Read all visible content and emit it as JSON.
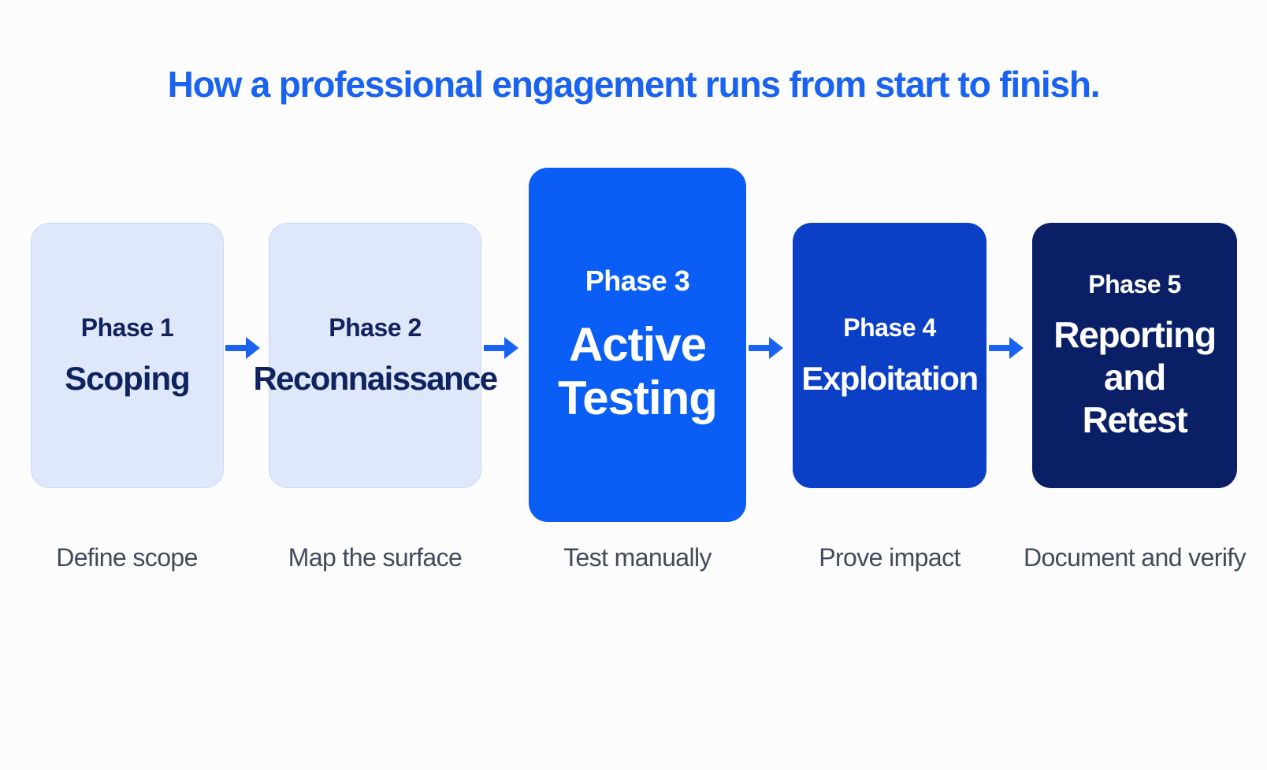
{
  "title": "How a professional engagement runs from start to finish.",
  "phases": [
    {
      "phase": "Phase 1",
      "name": "Scoping",
      "caption": "Define scope",
      "style": "light",
      "fill": "#dfe8fb"
    },
    {
      "phase": "Phase 2",
      "name": "Reconnaissance",
      "caption": "Map the surface",
      "style": "light",
      "fill": "#dfe8fb"
    },
    {
      "phase": "Phase 3",
      "name": "Active Testing",
      "caption": "Test manually",
      "style": "highlight",
      "fill": "#0a5ef6"
    },
    {
      "phase": "Phase 4",
      "name": "Exploitation",
      "caption": "Prove impact",
      "style": "dark",
      "fill": "#0a3fc6"
    },
    {
      "phase": "Phase 5",
      "name": "Reporting and Retest",
      "caption": "Document and verify",
      "style": "darkest",
      "fill": "#0a1f66"
    }
  ],
  "colors": {
    "title": "#1a63f0",
    "arrow": "#1a63f0",
    "light_text": "#10235f",
    "caption": "#434a5a",
    "background": "#fcfcfd"
  },
  "icons": {
    "connector": "arrow-right-icon"
  }
}
